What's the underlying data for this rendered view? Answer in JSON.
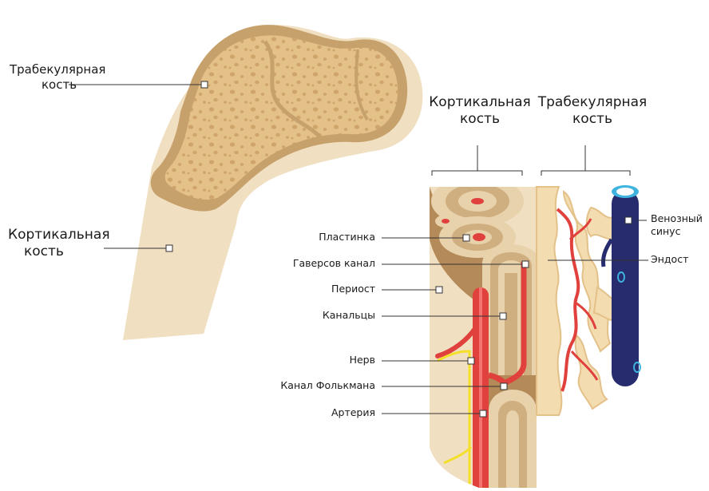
{
  "femur": {
    "trabecular_label": [
      "Трабекулярная",
      "кость"
    ],
    "cortical_label": [
      "Кортикальная",
      "кость"
    ]
  },
  "section": {
    "cortical_header": [
      "Кортикальная",
      "кость"
    ],
    "trabecular_header": [
      "Трабекулярная",
      "кость"
    ],
    "callouts_left": [
      "Пластинка",
      "Гаверсов канал",
      "Периост",
      "Канальцы",
      "Нерв",
      "Канал Фолькмана",
      "Артерия"
    ],
    "callouts_right": [
      [
        "Венозный",
        "синус"
      ],
      "Эндост"
    ]
  },
  "colors": {
    "outer_bone": "#f0dfc1",
    "trabecular_fill": "#e3c189",
    "cortical_ring": "#c7a16c",
    "artery": "#e0413d",
    "vein": "#262c6e",
    "nerve": "#f4df2a"
  }
}
